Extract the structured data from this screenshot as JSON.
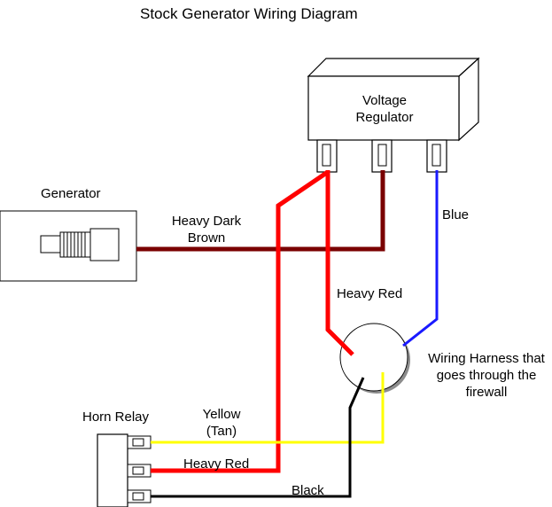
{
  "title": "Stock Generator Wiring Diagram",
  "components": {
    "regulator": "Voltage Regulator",
    "generator": "Generator",
    "horn_relay": "Horn Relay",
    "harness": "Wiring Harness that goes through the firewall"
  },
  "wires": {
    "heavy_dark_brown": "Heavy Dark Brown",
    "blue": "Blue",
    "heavy_red_upper": "Heavy Red",
    "yellow": "Yellow (Tan)",
    "heavy_red_lower": "Heavy Red",
    "black": "Black"
  },
  "colors": {
    "heavy_dark_brown": "#7a0000",
    "heavy_red": "#ff0000",
    "blue": "#1a1aff",
    "yellow": "#ffff00",
    "black": "#000000"
  }
}
